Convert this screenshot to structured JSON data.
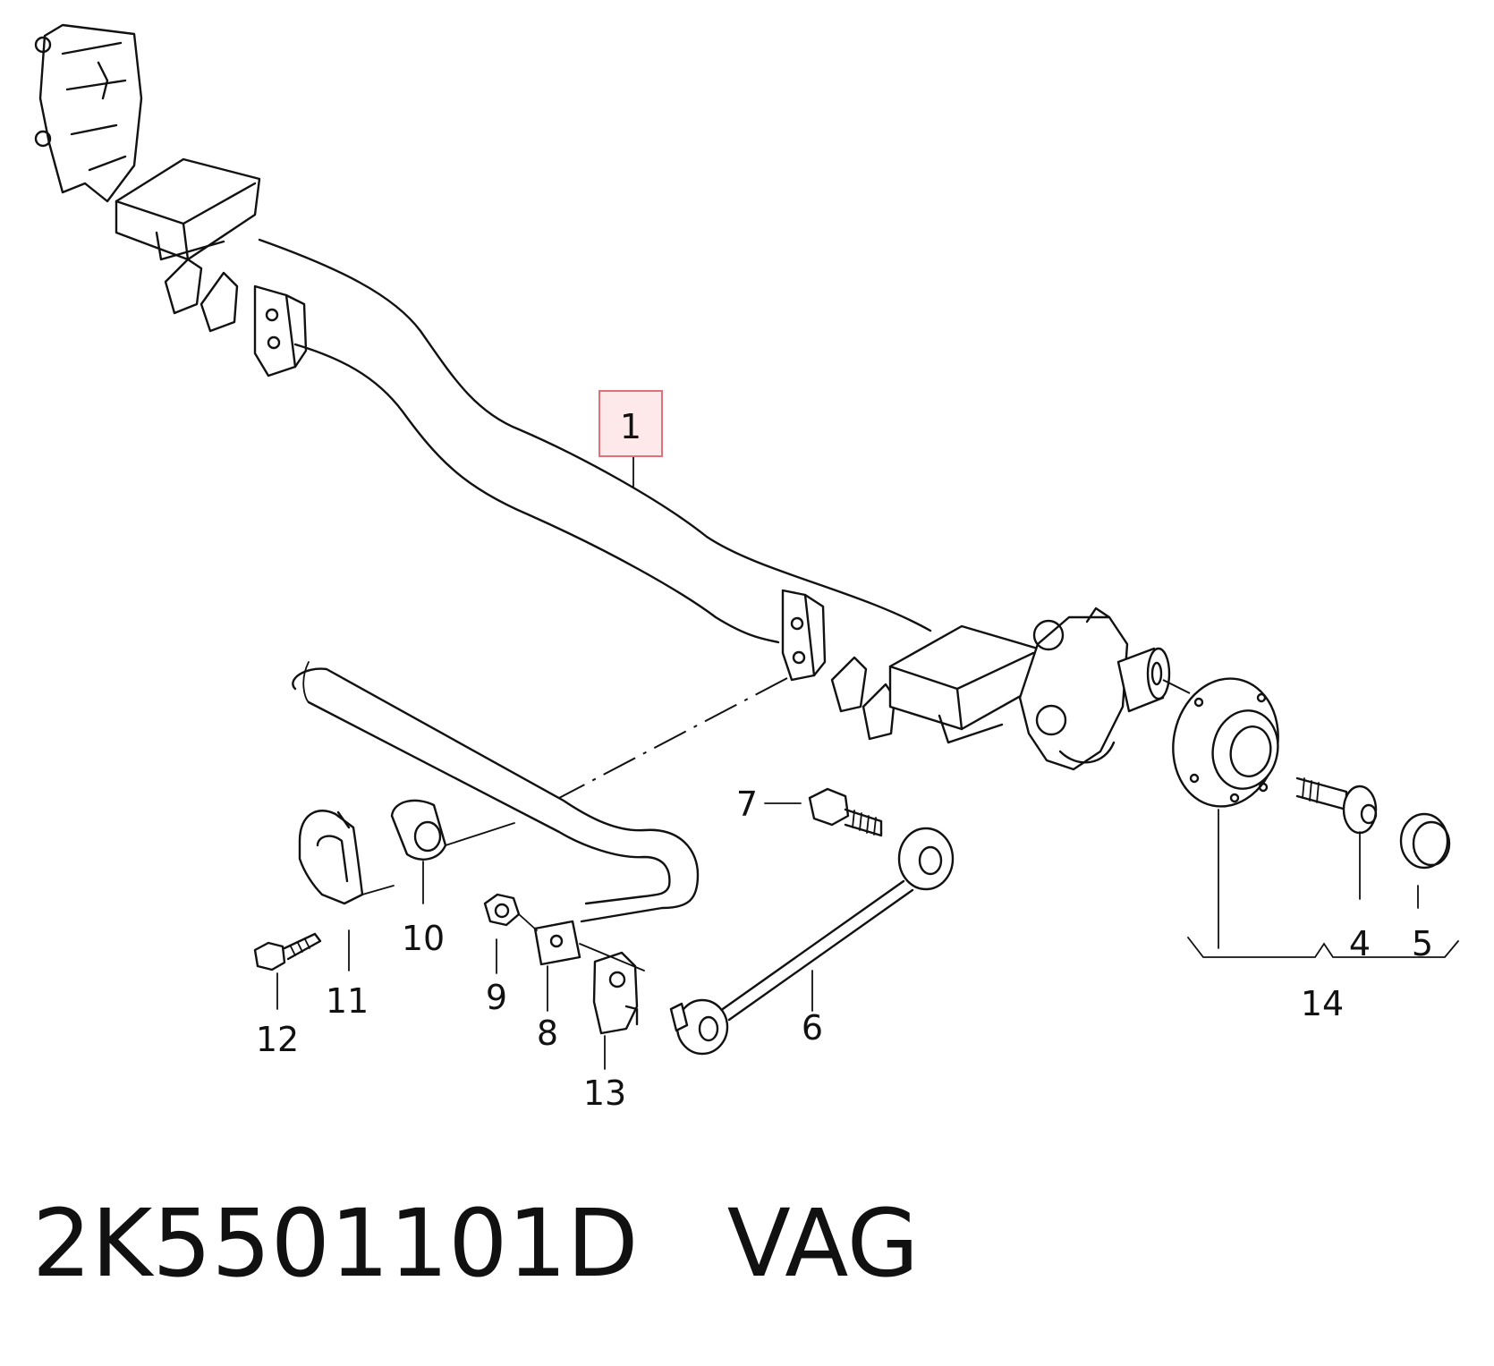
{
  "caption": "2K5501101D   VAG",
  "highlight_color": "#e0707a",
  "callouts": {
    "c1": "1",
    "c4": "4",
    "c5": "5",
    "c6": "6",
    "c7": "7",
    "c8": "8",
    "c9": "9",
    "c10": "10",
    "c11": "11",
    "c12": "12",
    "c13": "13",
    "c14": "14"
  }
}
